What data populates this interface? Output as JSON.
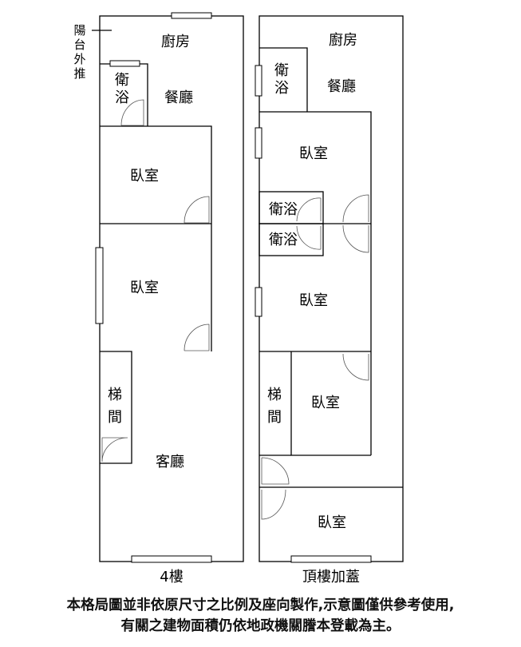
{
  "floor_4f": {
    "caption": "4樓",
    "balcony_note": "陽台外推",
    "rooms": {
      "kitchen": "廚房",
      "bathroom": "衛浴",
      "dining": "餐廳",
      "bedroom1": "臥室",
      "bedroom2": "臥室",
      "stairs": "梯間",
      "living": "客廳"
    }
  },
  "floor_roof": {
    "caption": "頂樓加蓋",
    "rooms": {
      "kitchen": "廚房",
      "bathroom1": "衛浴",
      "dining": "餐廳",
      "bedroom1": "臥室",
      "bathroom2": "衛浴",
      "bathroom3": "衛浴",
      "bedroom2": "臥室",
      "stairs": "梯間",
      "bedroom3": "臥室",
      "bedroom4": "臥室"
    }
  },
  "disclaimer": {
    "line1": "本格局圖並非依原尺寸之比例及座向製作,示意圖僅供參考使用,",
    "line2": "有關之建物面積仍依地政機關謄本登載為主。"
  }
}
